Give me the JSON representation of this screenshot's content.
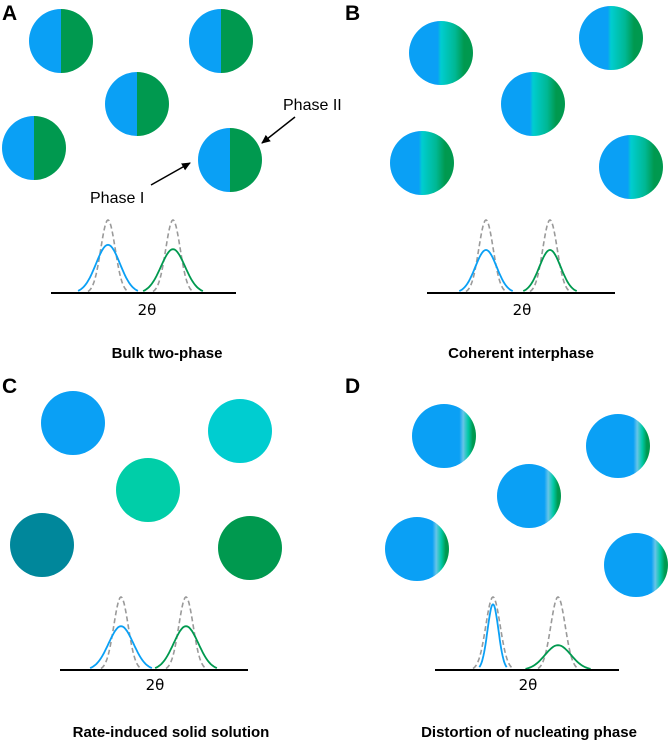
{
  "colors": {
    "blue": "#0aa0f5",
    "green": "#00994f",
    "teal": "#00cdd0",
    "mint": "#00cea8",
    "dark_teal": "#00879b",
    "reference_dash": "#9a9a9a",
    "axis": "#000000"
  },
  "panels": [
    {
      "letter": "A",
      "caption": "Bulk two-phase",
      "axis_label": "2θ",
      "particle_style": "split",
      "particle_colors": [],
      "peaks": [
        {
          "color_key": "blue",
          "height": 0.66,
          "width": 0.92
        },
        {
          "color_key": "green",
          "height": 0.6,
          "width": 0.92
        }
      ]
    },
    {
      "letter": "B",
      "caption": "Coherent interphase",
      "axis_label": "2θ",
      "particle_style": "interphase",
      "particle_colors": [],
      "peaks": [
        {
          "color_key": "blue",
          "height": 0.59,
          "width": 0.82
        },
        {
          "color_key": "green",
          "height": 0.59,
          "width": 0.82
        }
      ]
    },
    {
      "letter": "C",
      "caption": "Rate-induced solid solution",
      "axis_label": "2θ",
      "particle_style": "solid",
      "particle_colors": [
        "blue",
        "teal",
        "mint",
        "dark_teal",
        "green"
      ],
      "peaks": [
        {
          "color_key": "blue",
          "height": 0.6,
          "width": 0.95
        },
        {
          "color_key": "green",
          "height": 0.6,
          "width": 0.95
        }
      ]
    },
    {
      "letter": "D",
      "caption": "Distortion of nucleating phase",
      "axis_label": "2θ",
      "particle_style": "nucleating",
      "particle_colors": [],
      "peaks": [
        {
          "color_key": "blue",
          "height": 0.9,
          "width": 0.42
        },
        {
          "color_key": "green",
          "height": 0.34,
          "width": 1.0
        }
      ]
    }
  ],
  "annotations": {
    "phase_one": "Phase I",
    "phase_two": "Phase II"
  }
}
